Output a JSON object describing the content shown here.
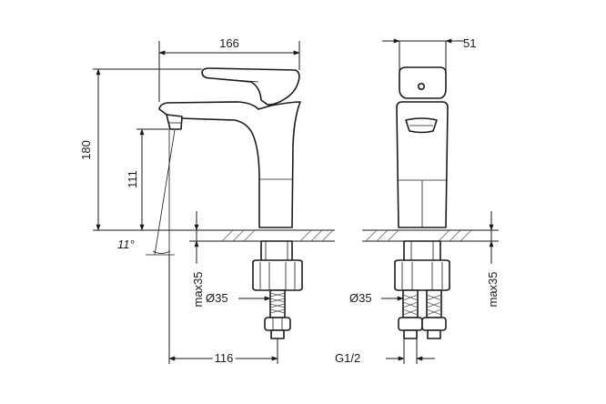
{
  "dimensions": {
    "width_top": "166",
    "depth_top": "51",
    "total_height": "180",
    "spout_height": "111",
    "spout_angle": "11°",
    "max_thickness_left": "max35",
    "max_thickness_right": "max35",
    "hole_diameter_left": "Ø35",
    "hole_diameter_right": "Ø35",
    "spout_reach": "116",
    "connection_thread": "G1/2"
  },
  "colors": {
    "line": "#1a1a1a",
    "background": "#ffffff"
  }
}
